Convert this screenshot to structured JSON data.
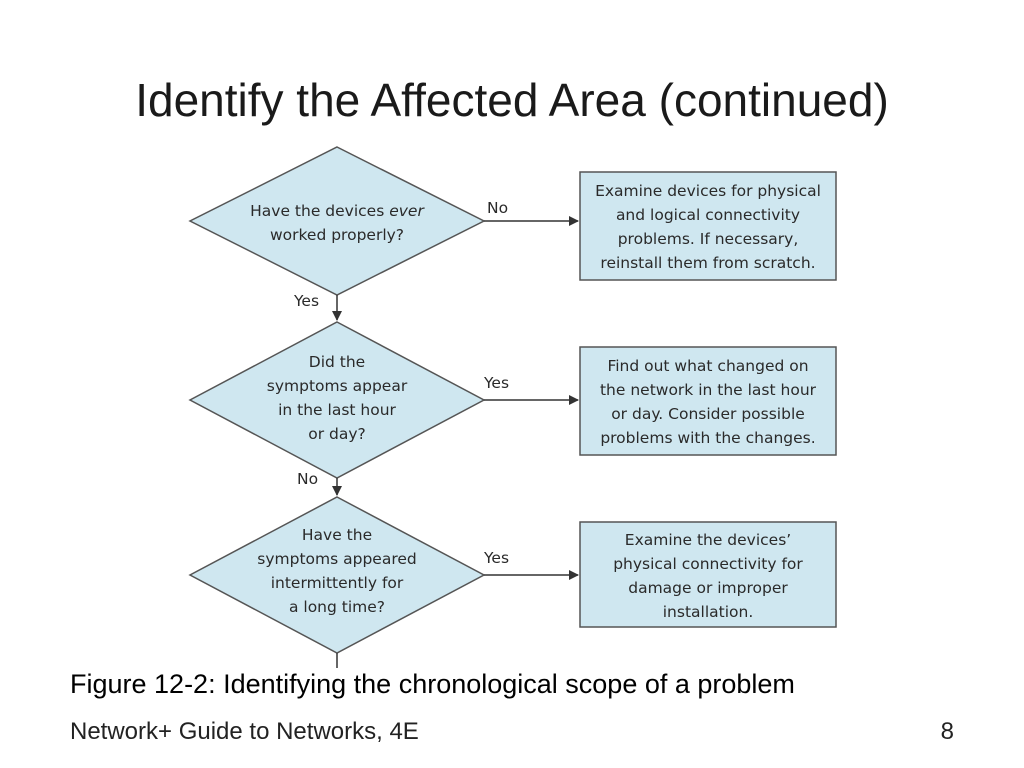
{
  "slide": {
    "title": "Identify the Affected Area (continued)",
    "caption": "Figure 12-2: Identifying the chronological scope of a problem",
    "footer": "Network+ Guide to Networks, 4E",
    "page_number": "8"
  },
  "flowchart": {
    "colors": {
      "shape_fill": "#cfe7f0",
      "shape_stroke": "#555555",
      "connector": "#333333",
      "text": "#2a2a2a"
    },
    "decisions": [
      {
        "lines": [
          "Have the devices ",
          "ever",
          " worked properly?"
        ],
        "line_1_normal": "Have the devices ",
        "line_1_italic": "ever",
        "line_2": "worked properly?",
        "right_label": "No",
        "down_label": "Yes"
      },
      {
        "line_1": "Did the",
        "line_2": "symptoms appear",
        "line_3": "in the last hour",
        "line_4": "or day?",
        "right_label": "Yes",
        "down_label": "No"
      },
      {
        "line_1": "Have the",
        "line_2": "symptoms appeared",
        "line_3": "intermittently for",
        "line_4": "a long time?",
        "right_label": "Yes"
      }
    ],
    "actions": [
      {
        "line_1": "Examine devices for physical",
        "line_2": "and logical connectivity",
        "line_3": "problems. If necessary,",
        "line_4": "reinstall them from scratch."
      },
      {
        "line_1": "Find out what changed on",
        "line_2": "the network in the last hour",
        "line_3": "or day. Consider possible",
        "line_4": "problems with the changes."
      },
      {
        "line_1": "Examine the devices’",
        "line_2": "physical connectivity for",
        "line_3": "damage or improper",
        "line_4": "installation."
      }
    ]
  }
}
